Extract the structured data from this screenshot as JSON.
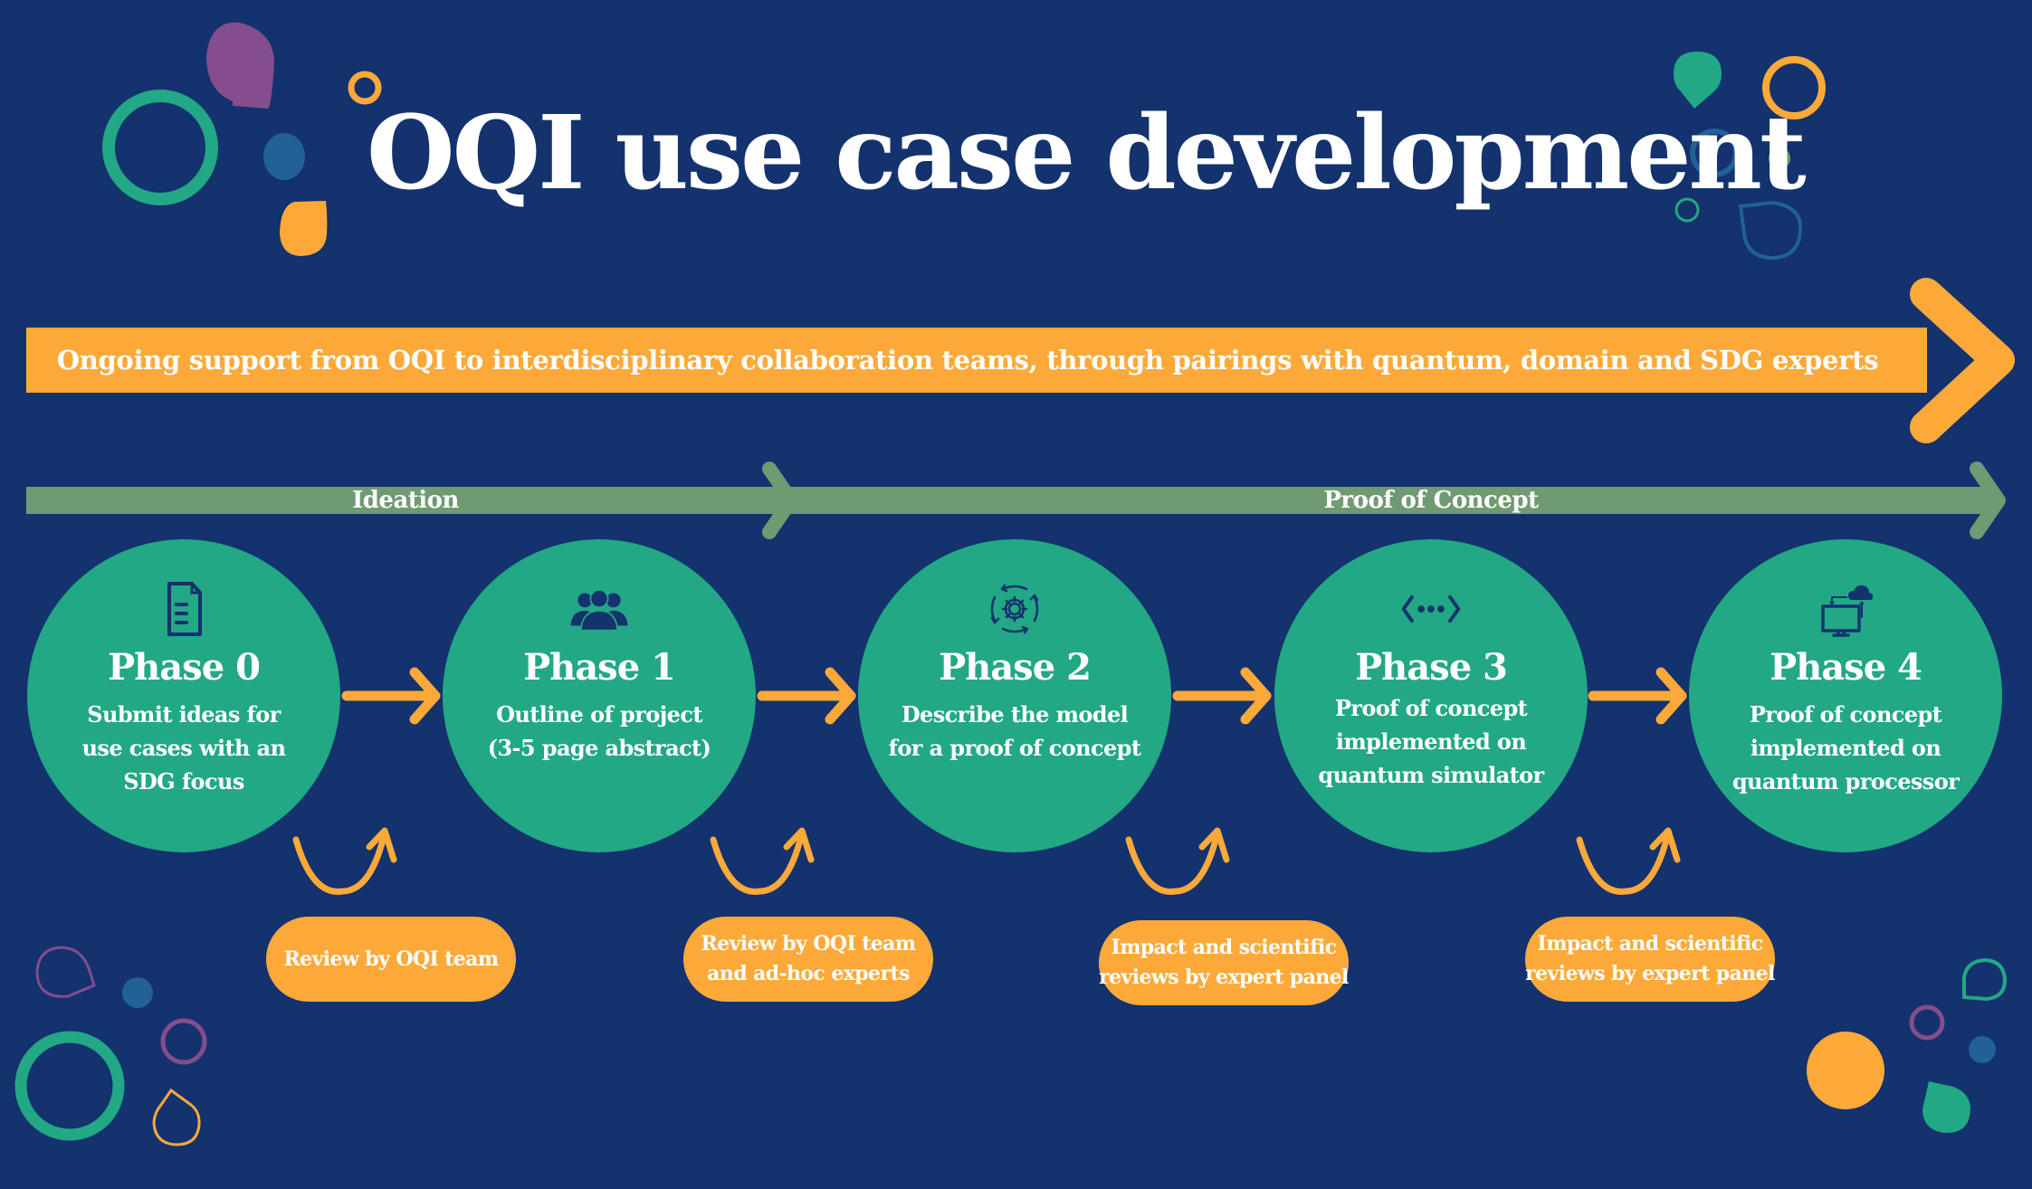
{
  "title": "OQI use case development",
  "colors": {
    "background": "#13326e",
    "orange": "#fca93a",
    "teal": "#22a884",
    "sage": "#6f9a72",
    "purple": "#834d8e",
    "steel_blue": "#226196",
    "icon_navy": "#13326e",
    "text": "#ffffff"
  },
  "support_banner": {
    "text": "Ongoing  support from OQI to interdisciplinary collaboration teams, through pairings with quantum, domain and SDG experts"
  },
  "stages": [
    {
      "label": "Ideation"
    },
    {
      "label": "Proof of Concept"
    }
  ],
  "phases": [
    {
      "title": "Phase 0",
      "icon": "document-icon",
      "description": [
        "Submit ideas for",
        "use cases with an",
        "SDG focus"
      ]
    },
    {
      "title": "Phase 1",
      "icon": "team-icon",
      "description": [
        "Outline of project",
        "(3-5 page abstract)"
      ]
    },
    {
      "title": "Phase 2",
      "icon": "gear-cycle-icon",
      "description": [
        "Describe the model",
        "for a proof of concept"
      ]
    },
    {
      "title": "Phase 3",
      "icon": "code-brackets-icon",
      "description": [
        "Proof of concept",
        "implemented on",
        "quantum simulator"
      ]
    },
    {
      "title": "Phase 4",
      "icon": "cloud-computer-icon",
      "description": [
        "Proof of concept",
        "implemented on",
        "quantum processor"
      ]
    }
  ],
  "reviews": [
    {
      "lines": [
        "Review by OQI team"
      ]
    },
    {
      "lines": [
        "Review by OQI team",
        "and ad-hoc experts"
      ]
    },
    {
      "lines": [
        "Impact and scientific",
        "reviews by expert panel"
      ]
    },
    {
      "lines": [
        "Impact and scientific",
        "reviews by expert panel"
      ]
    }
  ]
}
